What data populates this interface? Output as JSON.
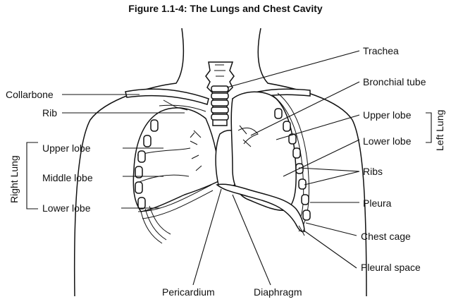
{
  "title": "Figure 1.1-4:  The Lungs and Chest Cavity",
  "labels": {
    "trachea": "Trachea",
    "bronchial_tube": "Bronchial tube",
    "collarbone": "Collarbone",
    "rib": "Rib",
    "upper_lobe_right": "Upper lobe",
    "middle_lobe": "Middle lobe",
    "lower_lobe_right": "Lower lobe",
    "upper_lobe_left": "Upper lobe",
    "lower_lobe_left": "Lower lobe",
    "ribs": "Ribs",
    "pleura": "Pleura",
    "chest_cage": "Chest cage",
    "pleural_space": "Pleural space",
    "pericardium": "Pericardium",
    "diaphragm": "Diaphragm",
    "right_lung": "Right Lung",
    "left_lung": "Left Lung"
  }
}
